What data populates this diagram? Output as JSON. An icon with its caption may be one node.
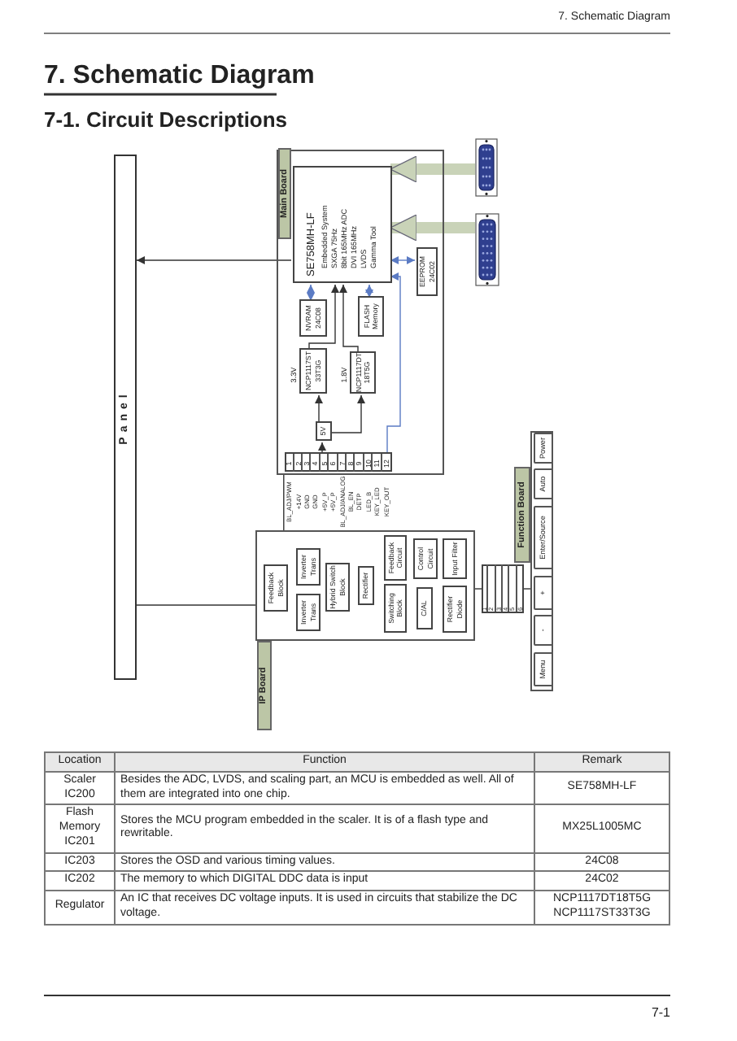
{
  "diagram": {
    "title": "7. Schematic Diagram",
    "nodes": [
      {
        "text": [
          "Panel"
        ]
      },
      {
        "text": [
          "Main Board"
        ]
      },
      {
        "text": [
          "SE758MH-LF",
          "Embedded System",
          "SXGA 75Hz",
          "8bit 165MHz ADC",
          "DVI 165MHz",
          "LVDS",
          "Gamma Tool"
        ],
        "in": 1
      },
      {
        "text": [
          "NVRAM 24C08"
        ],
        "in": 1
      },
      {
        "text": [
          "FLASH Memory"
        ],
        "in": 1
      },
      {
        "text": [
          "NCP1117ST 33T3G"
        ],
        "beside": [
          "3.3V"
        ],
        "in": 1
      },
      {
        "text": [
          "NCP1117DT 18T5G"
        ],
        "beside": [
          "1.8V"
        ],
        "in": 1
      },
      {
        "text": [
          "5V"
        ],
        "in": 1
      },
      {
        "text": [
          "EEPROM 24C02"
        ],
        "in": 1
      },
      {
        "text": [],
        "shape": "box",
        "in": 1
      },
      {
        "text": [],
        "shape": "picture"
      },
      {
        "text": [],
        "shape": "picture"
      },
      {
        "text": [
          "IP Board"
        ]
      },
      {
        "text": [
          "Feedback Block"
        ],
        "in": 12
      },
      {
        "text": [
          "Inverter Trans"
        ],
        "in": 12
      },
      {
        "text": [
          "Inverter Trans"
        ],
        "in": 12
      },
      {
        "text": [
          "Hybrid Switch Block"
        ],
        "in": 12
      },
      {
        "text": [
          "Rectifier"
        ],
        "in": 12
      },
      {
        "text": [
          "Feedback Circuit"
        ],
        "in": 12
      },
      {
        "text": [
          "Switching Block"
        ],
        "in": 12
      },
      {
        "text": [
          "Control Circuit"
        ],
        "in": 12
      },
      {
        "text": [
          "C/AL"
        ],
        "in": 12
      },
      {
        "text": [
          "Input Filter"
        ],
        "in": 12
      },
      {
        "text": [
          "Rectifier Diode"
        ],
        "in": 12
      },
      {
        "text": [],
        "shape": "box"
      },
      {
        "text": [
          "Function Board"
        ]
      },
      {
        "text": [
          "Menu"
        ],
        "in": 25
      },
      {
        "text": [
          "-"
        ],
        "in": 25
      },
      {
        "text": [
          "+"
        ],
        "in": 25
      },
      {
        "text": [
          "Enter/Source"
        ],
        "in": 25
      },
      {
        "text": [
          "Auto"
        ],
        "in": 25
      },
      {
        "text": [
          "Power"
        ],
        "in": 25
      }
    ],
    "edges": [
      {
        "from": 10,
        "to": 2,
        "arrow": "to",
        "style": "thick",
        "color": "#c9d3b8"
      },
      {
        "from": 11,
        "to": 2,
        "arrow": "to",
        "style": "thick",
        "color": "#c9d3b8"
      },
      {
        "from": 2,
        "to": 0,
        "arrow": "to"
      },
      {
        "from": 12,
        "to": 0,
        "arrow": "none"
      },
      {
        "from": 2,
        "to": 3,
        "arrow": "both",
        "color": "#5b7bc4"
      },
      {
        "from": 2,
        "to": 4,
        "arrow": "both",
        "color": "#5b7bc4"
      },
      {
        "from": 2,
        "to": 8,
        "arrow": "both",
        "color": "#5b7bc4"
      },
      {
        "from": 7,
        "to": 5,
        "arrow": "to"
      },
      {
        "from": 7,
        "to": 6,
        "arrow": "to"
      },
      {
        "from": 5,
        "to": 2,
        "arrow": "to"
      },
      {
        "from": 6,
        "to": 2,
        "arrow": "to"
      },
      {
        "from": 9,
        "to": 2,
        "arrow": "to",
        "color": "#5b7bc4"
      },
      {
        "from": 9,
        "to": 7,
        "arrow": "to"
      },
      {
        "from": 9,
        "to": 12,
        "arrow": "none"
      },
      {
        "from": 12,
        "to": 24,
        "arrow": "none"
      },
      {
        "from": 24,
        "to": 25,
        "arrow": "none"
      }
    ],
    "labels": [
      "7. Schematic Diagram",
      "7-1. Circuit Descriptions",
      "Location",
      "Function",
      "Remark",
      "Scaler IC200",
      "Besides the ADC, LVDS, and scaling part, an MCU is embedded as well. All of them are integrated into one chip.",
      "SE758MH-LF",
      "Flash Memory IC201",
      "Stores the MCU program embedded in the scaler. It is of a flash type and rewritable.",
      "MX25L1005MC",
      "IC203",
      "Stores the OSD and various timing values.",
      "24C08",
      "IC202",
      "The memory to which DIGITAL DDC data is input",
      "24C02",
      "Regulator",
      "An IC that receives DC voltage inputs. It is used in circuits that stabilize the DC voltage.",
      "NCP1117DT18T5G NCP1117ST33T3G",
      "7-1",
      "1",
      "2",
      "3",
      "4",
      "5",
      "6",
      "7",
      "8",
      "9",
      "10",
      "11",
      "12",
      "BL_ADJ/PWM",
      "+14V",
      "GND",
      "GND",
      "+5V_P",
      "+5V_P",
      "BL_ADJ/ANALOG",
      "BL_EN",
      "DETP",
      "LED_B",
      "KEY_LED",
      "KEY_OUT",
      "1",
      "2",
      "3",
      "4",
      "5",
      "6"
    ]
  }
}
